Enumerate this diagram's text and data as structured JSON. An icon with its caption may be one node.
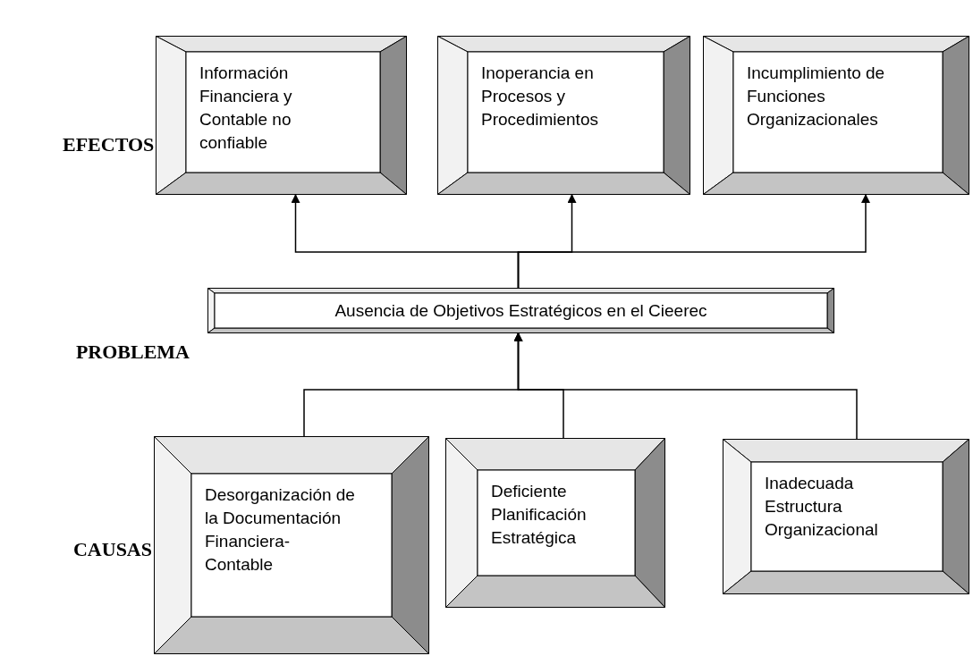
{
  "diagram": {
    "nodes": [
      {
        "text": [
          "Información Financiera y Contable no confiable"
        ]
      },
      {
        "text": [
          "Inoperancia en Procesos y Procedimientos"
        ]
      },
      {
        "text": [
          "Incumplimiento de Funciones Organizacionales"
        ]
      },
      {
        "text": [
          "Ausencia de Objetivos Estratégicos en el Cieerec"
        ]
      },
      {
        "text": [
          "Desorganización de la Documentación Financiera-Contable"
        ]
      },
      {
        "text": [
          "Deficiente Planificación Estratégica"
        ]
      },
      {
        "text": [
          "Inadecuada Estructura Organizacional"
        ]
      }
    ],
    "edges": [
      {
        "from": 3,
        "to": 0,
        "arrow": "to"
      },
      {
        "from": 3,
        "to": 1,
        "arrow": "to"
      },
      {
        "from": 3,
        "to": 2,
        "arrow": "to"
      },
      {
        "from": 4,
        "to": 3,
        "arrow": "to"
      },
      {
        "from": 5,
        "to": 3,
        "arrow": "to"
      },
      {
        "from": 6,
        "to": 3,
        "arrow": "to"
      }
    ],
    "labels": [
      "EFECTOS",
      "PROBLEMA",
      "CAUSAS"
    ]
  }
}
